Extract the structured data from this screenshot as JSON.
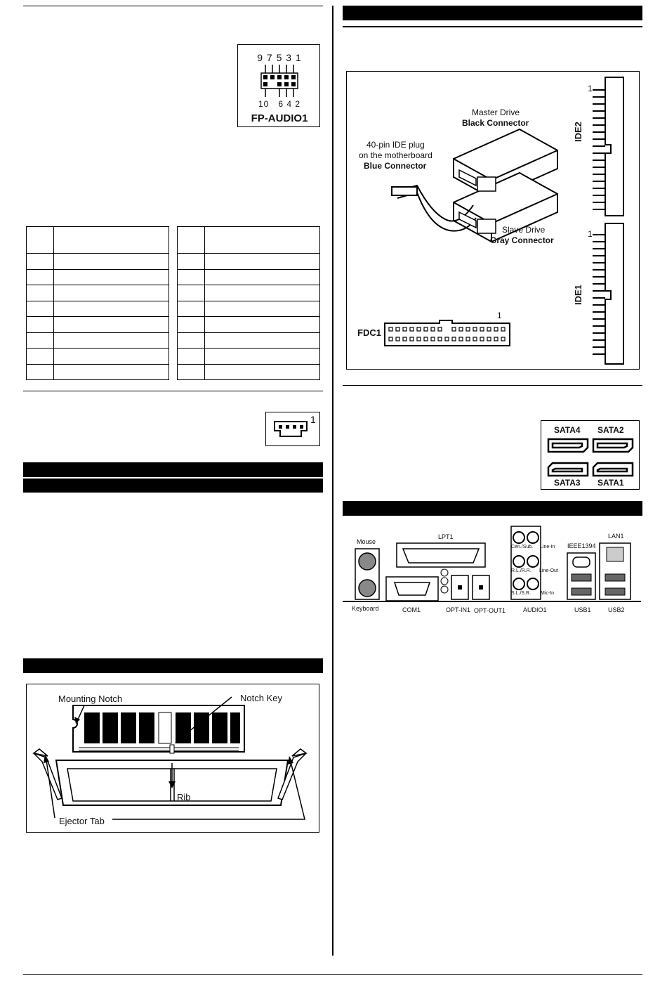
{
  "fp_audio": {
    "top_pins": "9 7 5 3 1",
    "bottom_pins": "10   6 4 2",
    "label": "FP-AUDIO1"
  },
  "ide": {
    "master_line1": "Master Drive",
    "master_line2": "Black Connector",
    "plug_line1": "40-pin IDE plug",
    "plug_line2": "on the motherboard",
    "plug_line3": "Blue Connector",
    "slave_line1": "Slave Drive",
    "slave_line2": "Gray Connector",
    "ide2_label": "IDE2",
    "ide1_label": "IDE1",
    "pin_one": "1",
    "fdc_label": "FDC1",
    "fdc_pin": "1"
  },
  "cd_in": {
    "pin_one": "1"
  },
  "sata": {
    "sata4": "SATA4",
    "sata2": "SATA2",
    "sata3": "SATA3",
    "sata1": "SATA1"
  },
  "dimm": {
    "mounting_notch": "Mounting Notch",
    "notch_key": "Notch Key",
    "rib": "Rib",
    "ejector_tab": "Ejector Tab"
  },
  "rear_panel": {
    "mouse": "Mouse",
    "keyboard": "Keyboard",
    "lpt1": "LPT1",
    "com1": "COM1",
    "opt_in1": "OPT-IN1",
    "opt_out1": "OPT-OUT1",
    "audio1": "AUDIO1",
    "cen_sub": "Cen./Sub.",
    "line_in": "Line-In",
    "rl_rr": "R.L./R.R.",
    "line_out": "Line-Out",
    "sl_sr": "S.L./S.R.",
    "mic_in": "Mic-In",
    "ieee1394": "IEEE1394",
    "usb1": "USB1",
    "lan1": "LAN1",
    "usb2": "USB2"
  }
}
